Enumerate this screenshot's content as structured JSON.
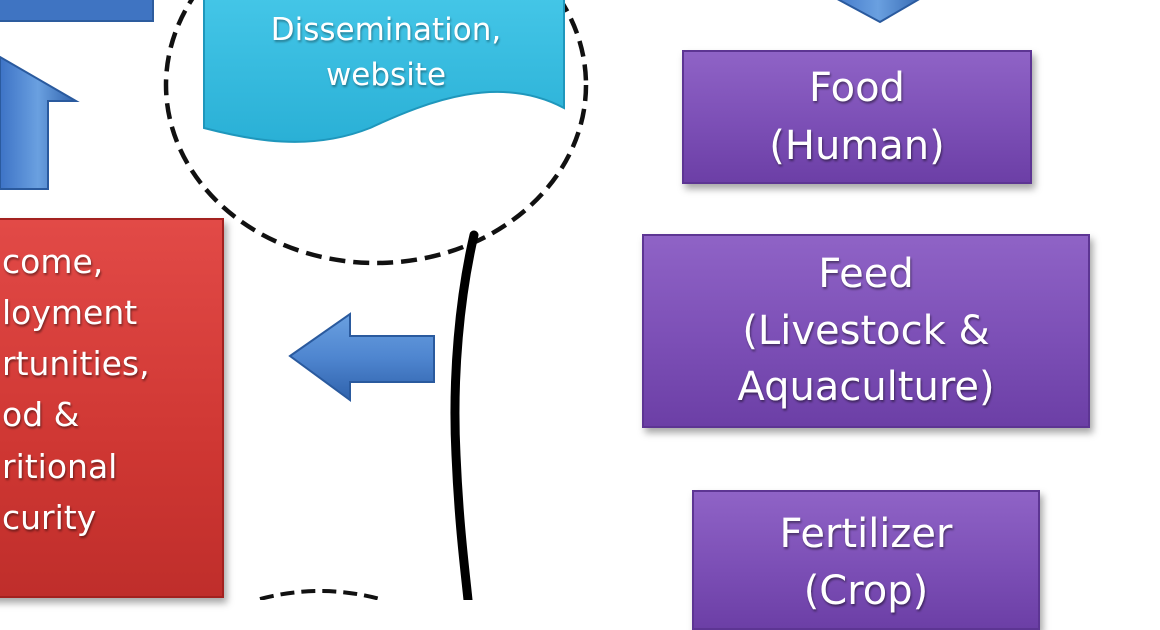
{
  "red_box": {
    "lines": [
      "come,",
      "loyment",
      "rtunities,",
      "od &",
      "ritional",
      "curity"
    ]
  },
  "cyan_box": {
    "lines": [
      "Dissemination,",
      "website"
    ]
  },
  "purple_boxes": {
    "food": {
      "line1": "Food",
      "line2": "(Human)"
    },
    "feed": {
      "line1": "Feed",
      "line2": "(Livestock &",
      "line3": "Aquaculture)"
    },
    "fertilizer": {
      "line1": "Fertilizer",
      "line2": "(Crop)"
    }
  },
  "colors": {
    "blue_arrow": "#4f86d0",
    "red_box": "#cf3733",
    "purple_box": "#7c4fb6",
    "cyan_box": "#38bde0"
  }
}
